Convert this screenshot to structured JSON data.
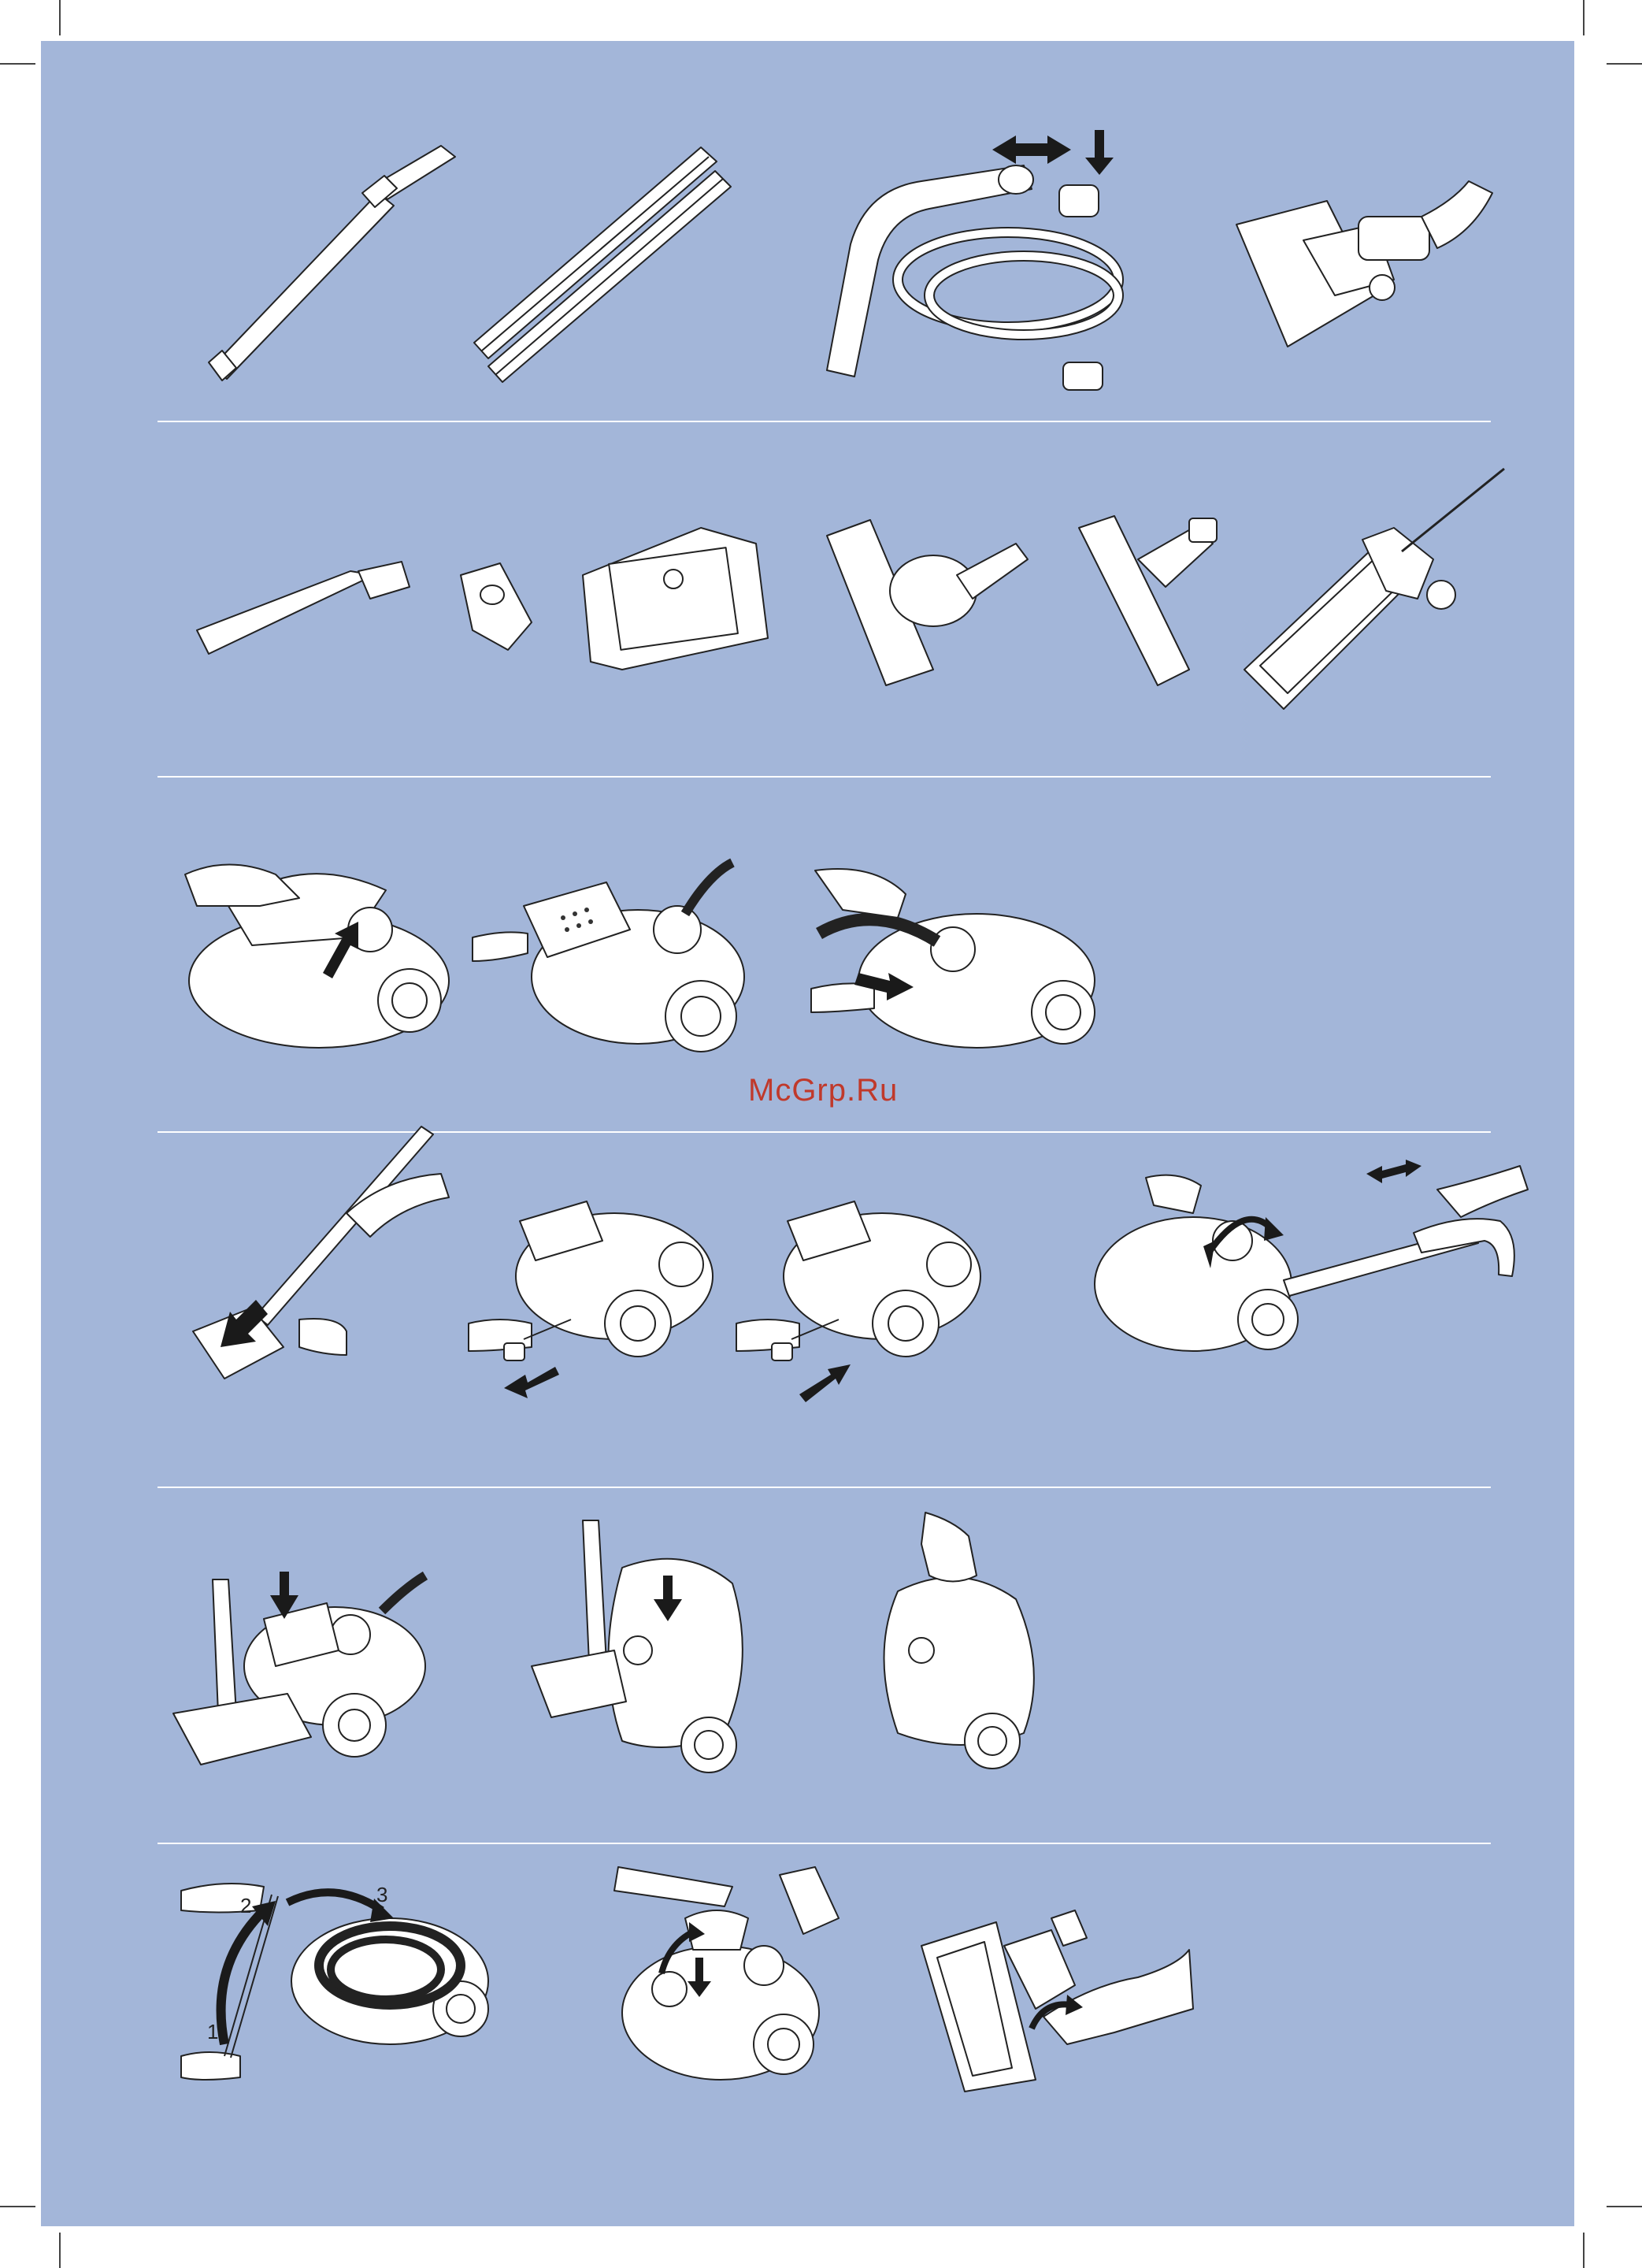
{
  "watermark": {
    "text": "McGrp.Ru",
    "color": "#c0392b"
  },
  "colors": {
    "panel": "#a3b6d9",
    "line_art": "#222222",
    "fill": "#ffffff",
    "arrow": "#1a1a1a"
  },
  "step_numbers": [
    "1",
    "2",
    "3"
  ],
  "rows": [
    {
      "items": [
        "telescopic-tube",
        "extension-tubes",
        "hose-and-handle",
        "floor-nozzle"
      ]
    },
    {
      "items": [
        "crevice-tool",
        "upholstery-nozzle",
        "dust-bag",
        "turbo-nozzle",
        "parquet-nozzle",
        "mini-turbo-brush"
      ]
    },
    {
      "items": [
        "insert-dust-bag",
        "insert-filter",
        "connect-hose"
      ]
    },
    {
      "items": [
        "attach-nozzle",
        "pull-out-cord",
        "rewind-cord",
        "adjust-suction"
      ]
    },
    {
      "items": [
        "floor-parking",
        "vertical-parking",
        "carrying"
      ]
    },
    {
      "items": [
        "hose-storage",
        "accessory-storage",
        "turbo-nozzle-cleaning"
      ]
    }
  ]
}
